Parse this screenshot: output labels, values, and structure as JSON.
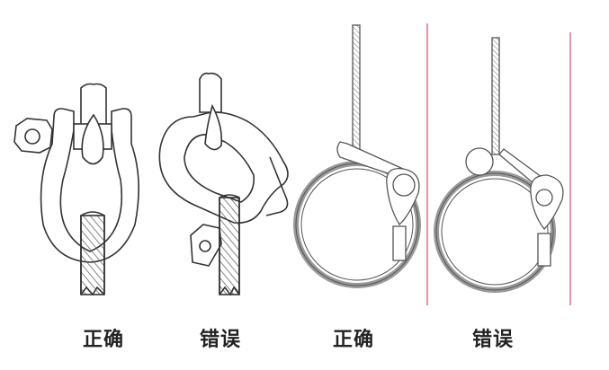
{
  "diagram": {
    "panels": [
      {
        "id": "shackle-correct",
        "label": "正确",
        "subject": "shackle with sling, pin not loaded by sling"
      },
      {
        "id": "shackle-wrong",
        "label": "错误",
        "subject": "shackle tilted, sling bearing on pin"
      },
      {
        "id": "choker-correct",
        "label": "正确",
        "subject": "wire rope choker with shackle, pin through eye"
      },
      {
        "id": "choker-wrong",
        "label": "错误",
        "subject": "wire rope choker with shackle, pin on rope"
      }
    ],
    "colors": {
      "line": "#333333",
      "divider": "#e07a90",
      "background": "#ffffff"
    }
  }
}
